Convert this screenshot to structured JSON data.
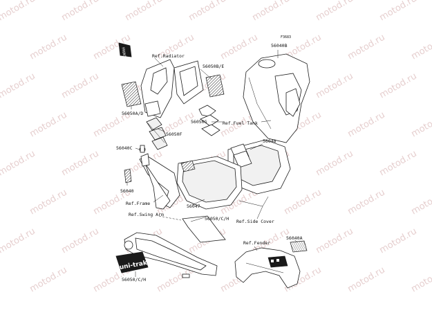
{
  "diagram": {
    "corner_code": "F3683",
    "front_marker": "FRONT",
    "unitrak_logo": "uni-trak",
    "watermark": "motod.ru",
    "labels": {
      "ref_radiator": "Ref.Radiator",
      "p56050be": "56050B/E",
      "p56050ad": "56050A/D",
      "p56050g": "56050G",
      "ref_fuel_tank": "Ref.Fuel Tank",
      "p56040b": "56040B",
      "p56050f": "56050F",
      "p56040c": "56040C",
      "p56048": "56048",
      "p56040": "56040",
      "ref_frame": "Ref.Frame",
      "p56047": "56047",
      "ref_swing_arm": "Ref.Swing Arm",
      "p56050ch_top": "56050/C/H",
      "ref_side_cover": "Ref.Side Cover",
      "ref_fender": "Ref.Fender",
      "p56040a": "56040A",
      "p56050ch_bottom": "56050/C/H"
    }
  }
}
